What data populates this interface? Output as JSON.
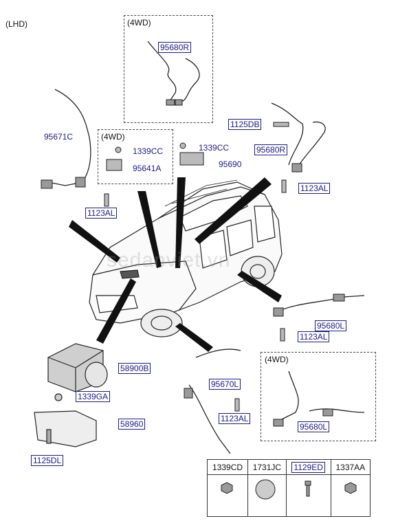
{
  "diagram": {
    "region": "(LHD)",
    "group_4wd_label": "(4WD)",
    "callouts": {
      "p95680R_top": "95680R",
      "p95671C": "95671C",
      "p1339CC_a": "1339CC",
      "p95641A": "95641A",
      "p1339CC_b": "1339CC",
      "p95690": "95690",
      "p1125DB": "1125DB",
      "p95680R_right": "95680R",
      "p1123AL_right": "1123AL",
      "p1123AL_left": "1123AL",
      "p95680L_rear": "95680L",
      "p1123AL_rear": "1123AL",
      "p58900B": "58900B",
      "p1339GA": "1339GA",
      "p58960": "58960",
      "p1125DL": "1125DL",
      "p95670L": "95670L",
      "p1123AL_front": "1123AL",
      "p95680L_4wd": "95680L"
    },
    "legend": {
      "headers": [
        "1339CD",
        "1731JC",
        "1129ED",
        "1337AA"
      ],
      "icons": [
        "nut-icon",
        "plug-cap-icon",
        "bolt-icon",
        "flange-nut-icon"
      ]
    },
    "watermark": "sedanviet.vn"
  }
}
